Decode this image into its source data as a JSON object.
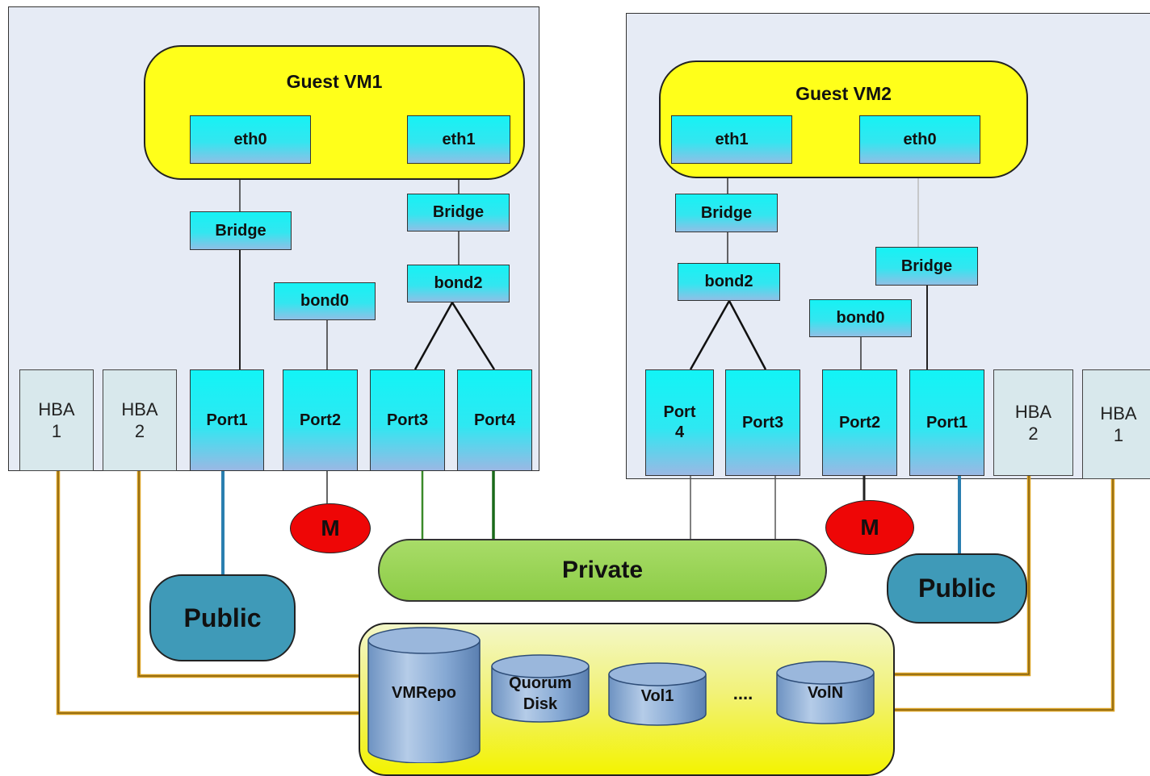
{
  "left_host": {
    "guest_title": "Guest VM1",
    "eth0": "eth0",
    "eth1": "eth1",
    "bridge_a": "Bridge",
    "bridge_b": "Bridge",
    "bond0": "bond0",
    "bond2": "bond2",
    "hba1": "HBA\n1",
    "hba2": "HBA\n2",
    "port1": "Port1",
    "port2": "Port2",
    "port3": "Port3",
    "port4": "Port4"
  },
  "right_host": {
    "guest_title": "Guest VM2",
    "eth1": "eth1",
    "eth0": "eth0",
    "bridge_a": "Bridge",
    "bridge_b": "Bridge",
    "bond2": "bond2",
    "bond0": "bond0",
    "port4": "Port\n4",
    "port3": "Port3",
    "port2": "Port2",
    "port1": "Port1",
    "hba2": "HBA\n2",
    "hba1": "HBA\n1"
  },
  "networks": {
    "mgmt_left": "M",
    "mgmt_right": "M",
    "public_left": "Public",
    "public_right": "Public",
    "private": "Private"
  },
  "storage": {
    "vmrepo": "VMRepo",
    "quorum": "Quorum\nDisk",
    "vol1": "Vol1",
    "ellipsis": "....",
    "voln": "VolN"
  },
  "colors": {
    "host_bg": "#e6ebf5",
    "guest_bg": "#ffff1a",
    "nic_cyan": "#16f2f4",
    "mgmt_red": "#ee0606",
    "public_blue": "#3f9ab8",
    "private_green": "#8ccc46",
    "storage_yellow": "#f3f300",
    "fc_wire": "#d9a020"
  }
}
